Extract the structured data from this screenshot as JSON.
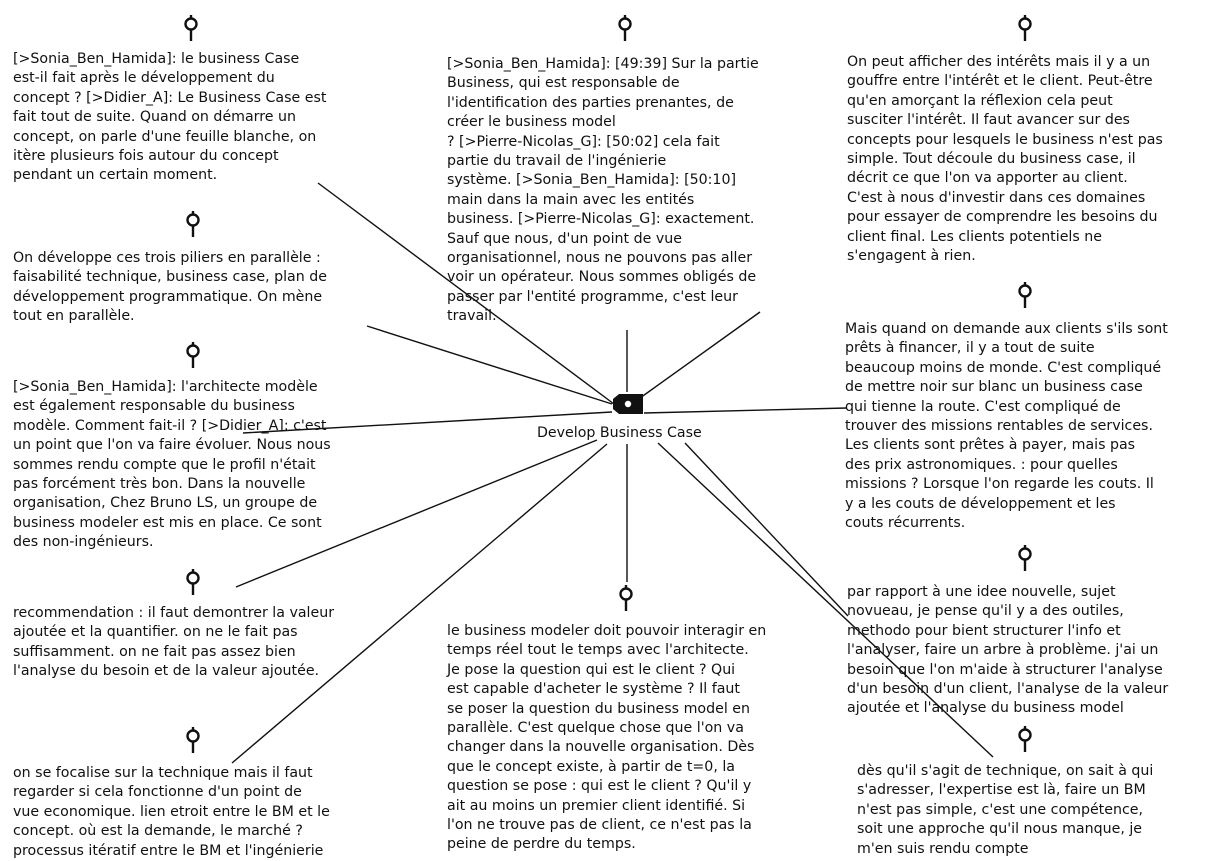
{
  "central": {
    "label": "Develop Business Case",
    "icon": "tag-icon"
  },
  "notes": [
    {
      "id": "n1",
      "icon": "pin-icon",
      "text": "[>Sonia_Ben_Hamida]: le business Case\nest-il fait après le développement du\nconcept ? [>Didier_A]: Le Business Case est\nfait tout de suite. Quand on démarre un\nconcept, on parle d'une feuille blanche, on\nitère plusieurs fois autour du concept\npendant un certain moment."
    },
    {
      "id": "n2",
      "icon": "pin-icon",
      "text": "[>Sonia_Ben_Hamida]: [49:39] Sur la partie\nBusiness, qui est responsable de\nl'identification des parties prenantes, de\ncréer le business model\n? [>Pierre-Nicolas_G]: [50:02] cela fait\npartie du travail de l'ingénierie\nsystème. [>Sonia_Ben_Hamida]: [50:10]\nmain dans la main avec les entités\nbusiness. [>Pierre-Nicolas_G]: exactement.\nSauf que nous, d'un point de vue\norganisationnel, nous ne pouvons pas aller\nvoir un opérateur. Nous sommes obligés de\npasser par l'entité programme, c'est leur\ntravail."
    },
    {
      "id": "n3",
      "icon": "pin-icon",
      "text": "On peut afficher des intérêts mais il y a un\ngouffre entre l'intérêt et le client. Peut-être\nqu'en amorçant la réflexion cela peut\nsusciter l'intérêt. Il faut avancer sur des\nconcepts pour lesquels le business n'est pas\nsimple. Tout découle du business case, il\ndécrit ce que l'on va apporter au client.\nC'est à nous d'investir dans ces domaines\npour essayer de comprendre les besoins du\nclient final. Les clients potentiels ne\ns'engagent à rien."
    },
    {
      "id": "n4",
      "icon": "pin-icon",
      "text": "On développe ces trois piliers en parallèle :\nfaisabilité technique, business case, plan de\ndéveloppement programmatique. On mène\ntout en parallèle."
    },
    {
      "id": "n5",
      "icon": "pin-icon",
      "text": "Mais quand on demande aux clients s'ils sont\nprêts à financer, il y a tout de suite\nbeaucoup moins de monde. C'est compliqué\nde mettre noir sur blanc un business case\nqui tienne la route. C'est compliqué de\ntrouver des missions rentables de services.\nLes clients sont prêtes à payer, mais pas\ndes prix astronomiques. : pour quelles\nmissions ? Lorsque l'on regarde les couts. Il\ny a les couts de développement et les\ncouts récurrents."
    },
    {
      "id": "n6",
      "icon": "pin-icon",
      "text": "[>Sonia_Ben_Hamida]: l'architecte modèle\nest également responsable du business\nmodèle. Comment fait-il ? [>Didier_A]: c'est\nun point que l'on va faire évoluer. Nous nous\nsommes rendu compte que le profil n'était\npas forcément très bon. Dans la nouvelle\norganisation, Chez Bruno LS, un groupe de\nbusiness modeler est mis en place. Ce sont\ndes non-ingénieurs."
    },
    {
      "id": "n7",
      "icon": "pin-icon",
      "text": "recommendation : il faut demontrer la valeur\najoutée et la quantifier. on ne le fait pas\nsuffisamment. on ne fait pas assez bien\nl'analyse du besoin et de la valeur ajoutée."
    },
    {
      "id": "n8",
      "icon": "pin-icon",
      "text": "par rapport à une idee nouvelle, sujet\nnovueau, je pense qu'il y a des outiles,\nmethodo pour bient structurer l'info et\nl'analyser, faire un arbre à problème. j'ai un\nbesoin que l'on m'aide à structurer l'analyse\nd'un besoin d'un client, l'analyse de la valeur\najoutée et l'analyse du business model"
    },
    {
      "id": "n9",
      "icon": "pin-icon",
      "text": "le business modeler doit pouvoir interagir en\ntemps réel tout le temps avec l'architecte.\nJe pose la question qui est le client ? Qui\nest capable d'acheter le système ? Il faut\nse poser la question du business model en\nparallèle. C'est quelque chose que l'on va\nchanger dans la nouvelle organisation. Dès\nque le concept existe, à partir de t=0, la\nquestion se pose : qui est le client ? Qu'il y\nait au moins un premier client identifié. Si\nl'on ne trouve pas de client, ce n'est pas la\npeine de perdre du temps."
    },
    {
      "id": "n10",
      "icon": "pin-icon",
      "text": "on se focalise sur la technique mais il faut\nregarder si cela fonctionne d'un point de\nvue economique. lien etroit entre le BM et le\nconcept. où est la demande, le marché ?\nprocessus itératif entre le BM et l'ingénierie"
    },
    {
      "id": "n11",
      "icon": "pin-icon",
      "text": "dès qu'il s'agit de technique, on sait à qui\ns'adresser, l'expertise est là, faire un BM\nn'est pas simple, c'est une compétence,\nsoit une approche qu'il nous manque, je\nm'en suis rendu compte"
    }
  ]
}
